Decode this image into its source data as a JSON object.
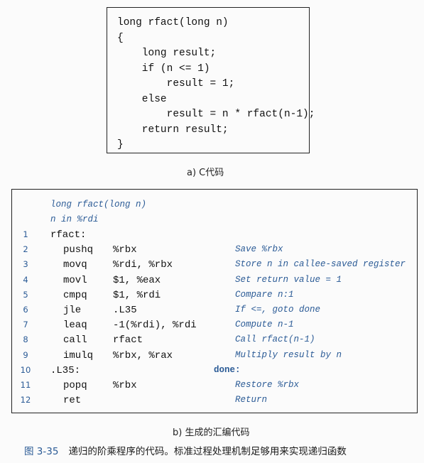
{
  "part_a": {
    "lines": [
      "long rfact(long n)",
      "{",
      "    long result;",
      "    if (n <= 1)",
      "        result = 1;",
      "    else",
      "        result = n * rfact(n-1);",
      "    return result;",
      "}"
    ],
    "caption": "a) C代码"
  },
  "part_b": {
    "header": [
      "long rfact(long n)",
      "n in %rdi"
    ],
    "rows": [
      {
        "num": "1",
        "label": "rfact:",
        "instr": "",
        "operands": "",
        "comment": "",
        "comment_bold": false
      },
      {
        "num": "2",
        "label": "",
        "instr": "pushq",
        "operands": "%rbx",
        "comment": "Save %rbx",
        "comment_bold": false
      },
      {
        "num": "3",
        "label": "",
        "instr": "movq",
        "operands": "%rdi, %rbx",
        "comment": "Store n in callee-saved register",
        "comment_bold": false
      },
      {
        "num": "4",
        "label": "",
        "instr": "movl",
        "operands": "$1, %eax",
        "comment": "Set return value = 1",
        "comment_bold": false
      },
      {
        "num": "5",
        "label": "",
        "instr": "cmpq",
        "operands": "$1, %rdi",
        "comment": "Compare n:1",
        "comment_bold": false
      },
      {
        "num": "6",
        "label": "",
        "instr": "jle",
        "operands": ".L35",
        "comment": "If <=, goto done",
        "comment_bold": false
      },
      {
        "num": "7",
        "label": "",
        "instr": "leaq",
        "operands": "-1(%rdi), %rdi",
        "comment": "Compute n-1",
        "comment_bold": false
      },
      {
        "num": "8",
        "label": "",
        "instr": "call",
        "operands": "rfact",
        "comment": "Call rfact(n-1)",
        "comment_bold": false
      },
      {
        "num": "9",
        "label": "",
        "instr": "imulq",
        "operands": "%rbx, %rax",
        "comment": "Multiply result by n",
        "comment_bold": false
      },
      {
        "num": "10",
        "label": ".L35:",
        "instr": "",
        "operands": "",
        "comment": "done:",
        "comment_bold": true
      },
      {
        "num": "11",
        "label": "",
        "instr": "popq",
        "operands": "%rbx",
        "comment": "Restore %rbx",
        "comment_bold": false
      },
      {
        "num": "12",
        "label": "",
        "instr": "ret",
        "operands": "",
        "comment": "Return",
        "comment_bold": false
      }
    ],
    "caption": "b) 生成的汇编代码"
  },
  "figure": {
    "number": "图 3-35",
    "caption": "递归的阶乘程序的代码。标准过程处理机制足够用来实现递归函数"
  }
}
